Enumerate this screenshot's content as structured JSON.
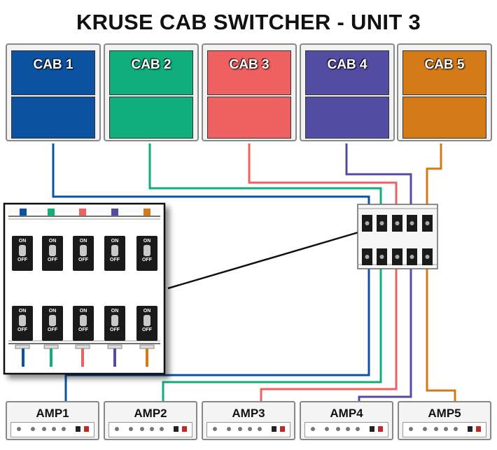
{
  "title": "KRUSE CAB SWITCHER - UNIT 3",
  "colors": {
    "ch1": "#0b52a0",
    "ch2": "#0fae7a",
    "ch3": "#ef6060",
    "ch4": "#534ca3",
    "ch5": "#d47a16"
  },
  "cabs": [
    {
      "label": "CAB 1",
      "color": "#0b52a0"
    },
    {
      "label": "CAB 2",
      "color": "#0fae7a"
    },
    {
      "label": "CAB 3",
      "color": "#ef6060"
    },
    {
      "label": "CAB 4",
      "color": "#534ca3"
    },
    {
      "label": "CAB 5",
      "color": "#d47a16"
    }
  ],
  "amps": [
    {
      "label": "AMP1"
    },
    {
      "label": "AMP2"
    },
    {
      "label": "AMP3"
    },
    {
      "label": "AMP4"
    },
    {
      "label": "AMP5"
    }
  ],
  "toggle": {
    "on": "ON",
    "off": "OFF"
  }
}
